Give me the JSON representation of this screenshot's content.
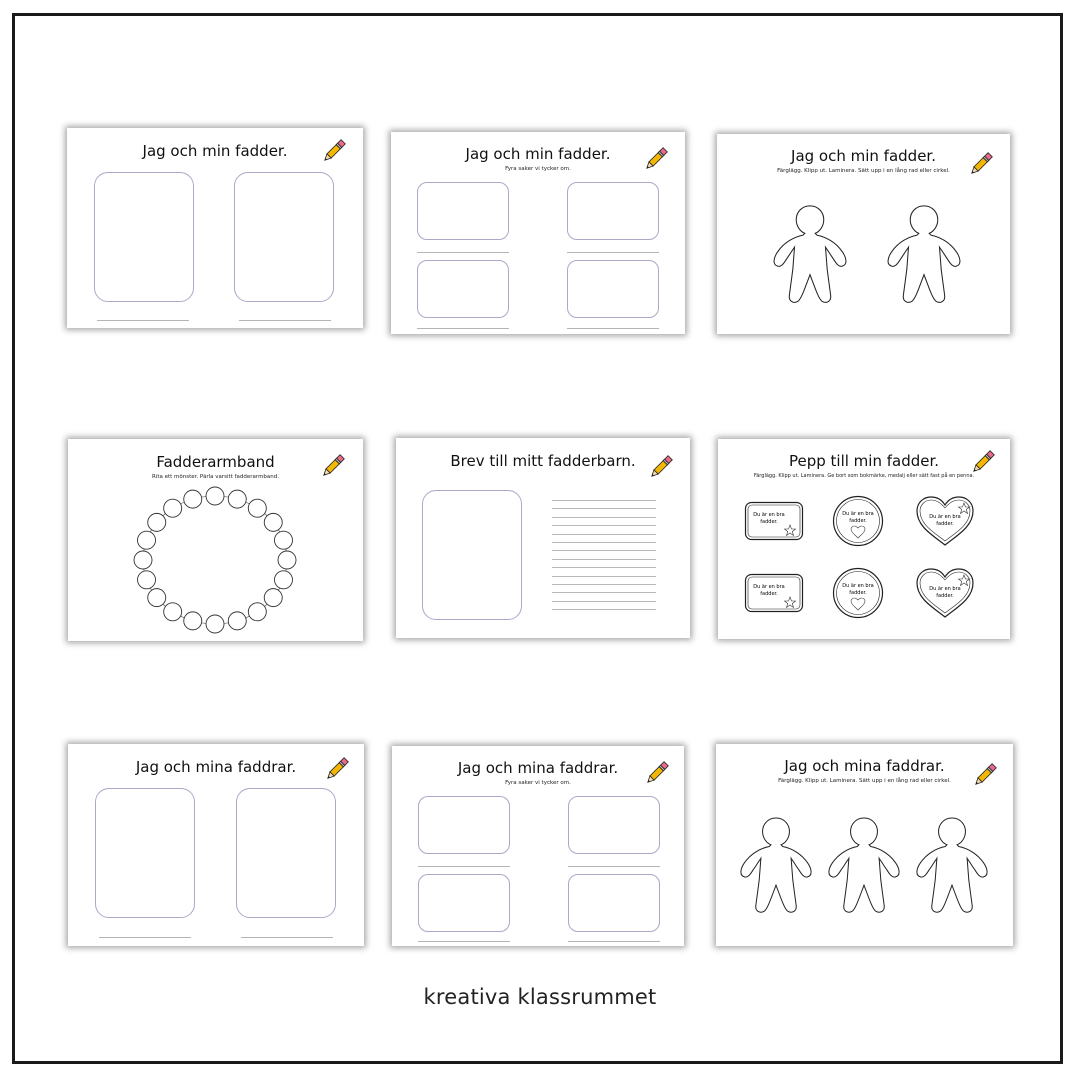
{
  "cards": [
    {
      "title": "Jag och min fadder.",
      "subtitle": ""
    },
    {
      "title": "Jag och min fadder.",
      "subtitle": "Fyra saker vi tycker om."
    },
    {
      "title": "Jag och min fadder.",
      "subtitle": "Färglägg. Klipp ut. Laminera. Sätt upp i en lång rad eller cirkel."
    },
    {
      "title": "Fadderarmband",
      "subtitle": "Rita ett mönster. Pärla varsitt fadderarmband."
    },
    {
      "title": "Brev till mitt fadderbarn.",
      "subtitle": ""
    },
    {
      "title": "Pepp till min fadder.",
      "subtitle": "Färglägg. Klipp ut. Laminera. Ge bort som bokmärke, medalj eller sätt fast på en penna.",
      "badge_text": "Du är en bra fadder."
    },
    {
      "title": "Jag och mina faddrar.",
      "subtitle": ""
    },
    {
      "title": "Jag och mina faddrar.",
      "subtitle": "Fyra saker vi tycker om."
    },
    {
      "title": "Jag och mina faddrar.",
      "subtitle": "Färglägg. Klipp ut. Laminera. Sätt upp i en lång rad eller cirkel."
    }
  ],
  "brand": "kreativa klassrummet",
  "colors": {
    "frame": "#1a1a1a",
    "pencil_body": "#f2b705",
    "pencil_eraser": "#e86a8a",
    "box_border": "#a9a9c9"
  }
}
